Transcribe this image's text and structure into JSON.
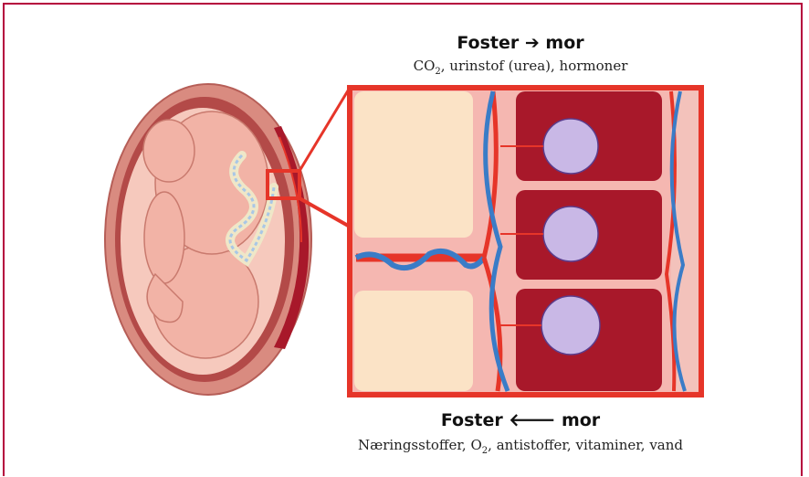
{
  "top": {
    "left": "Foster",
    "right": "mor",
    "substances_a": "CO",
    "substances_sub": "2",
    "substances_b": ", urinstof (urea), hormoner"
  },
  "bottom": {
    "left": "Foster",
    "right": "mor",
    "substances_a": "Næringsstoffer, O",
    "substances_sub": "2",
    "substances_b": ", antistoffer, vitaminer, vand"
  },
  "colors": {
    "frame": "#b5003d",
    "maternal_blood": "#e63529",
    "fetal_blood": "#3a7cc7",
    "villi": "#c9b8e6",
    "dark_tissue": "#a8182a"
  }
}
